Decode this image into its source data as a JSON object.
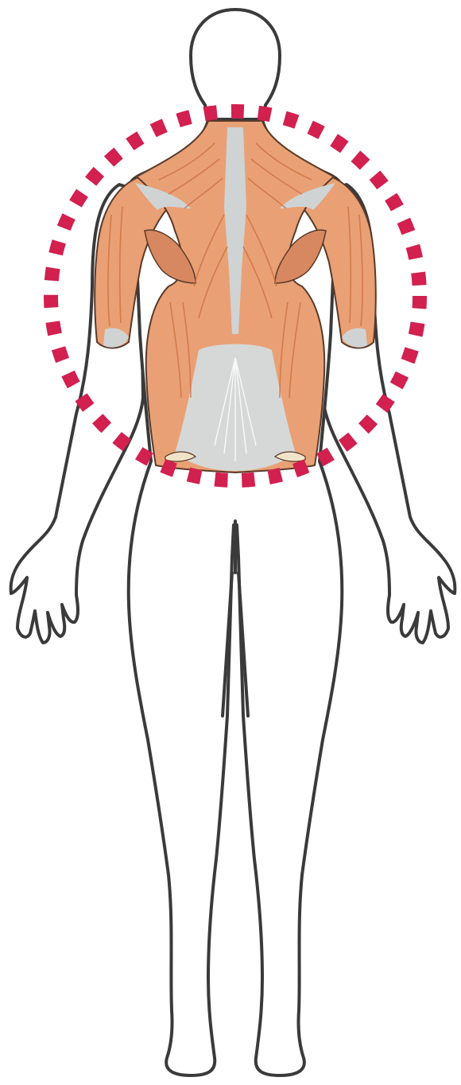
{
  "figure": {
    "view": "posterior",
    "subject": "human-body-outline",
    "highlighted_region": "upper-back-and-shoulder-muscles",
    "highlight_style": "dotted-circle",
    "colors": {
      "background": "#ffffff",
      "outline": "#3a3a3a",
      "muscle": "#e9a074",
      "muscle_dark": "#c96d3f",
      "tendon": "#cfd3d4",
      "highlight": "#d2204f"
    }
  }
}
